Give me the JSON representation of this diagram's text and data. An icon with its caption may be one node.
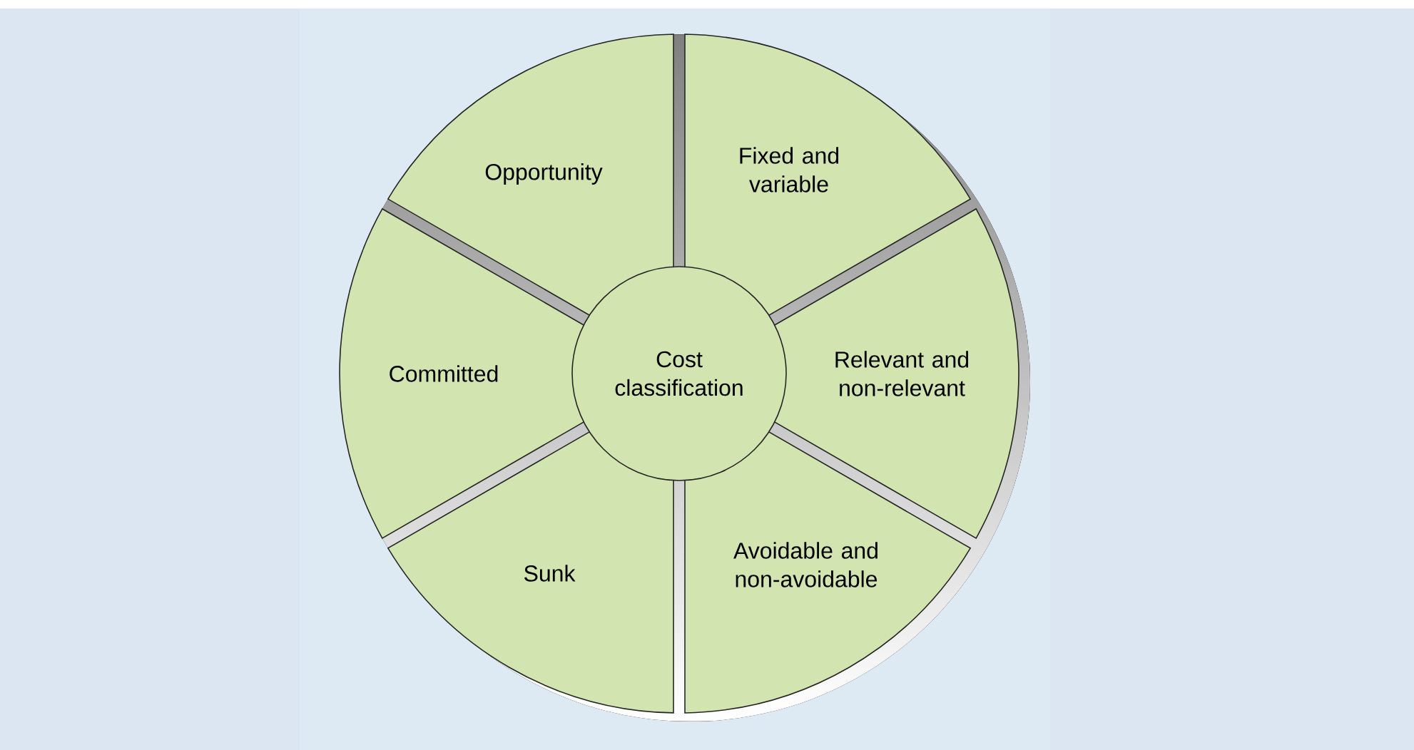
{
  "diagram": {
    "nodes": [
      {
        "text": [
          "Cost classification"
        ]
      },
      {
        "text": [
          "Fixed and variable"
        ]
      },
      {
        "text": [
          "Relevant and non-relevant"
        ]
      },
      {
        "text": [
          "Avoidable and non-avoidable"
        ]
      },
      {
        "text": [
          "Sunk"
        ]
      },
      {
        "text": [
          "Committed"
        ]
      },
      {
        "text": [
          "Opportunity"
        ]
      }
    ]
  }
}
